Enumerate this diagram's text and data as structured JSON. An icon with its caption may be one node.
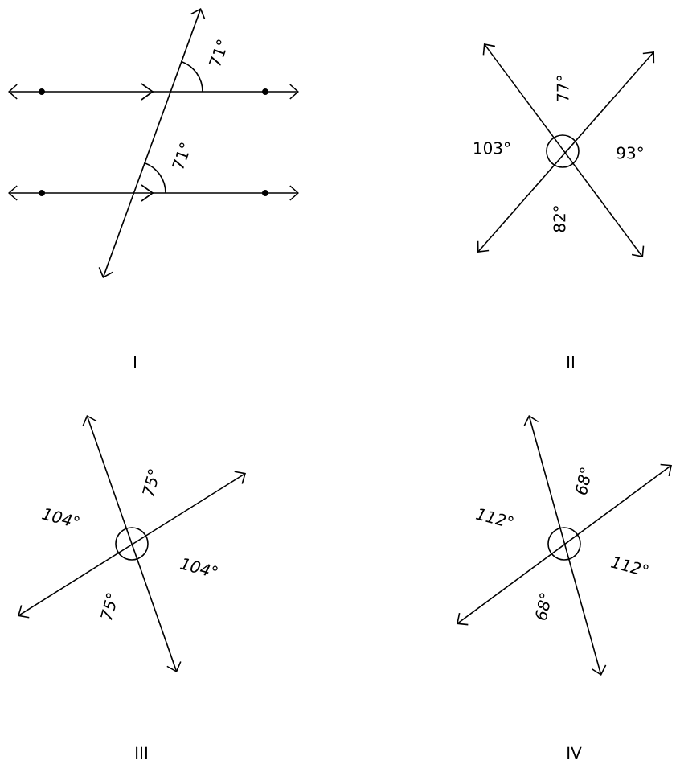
{
  "diagram": {
    "labels": [
      "71°",
      "71°",
      "I",
      "77°",
      "103°",
      "93°",
      "82°",
      "II",
      "75°",
      "104°",
      "104°",
      "75°",
      "III",
      "68°",
      "112°",
      "112°",
      "68°",
      "IV"
    ]
  }
}
